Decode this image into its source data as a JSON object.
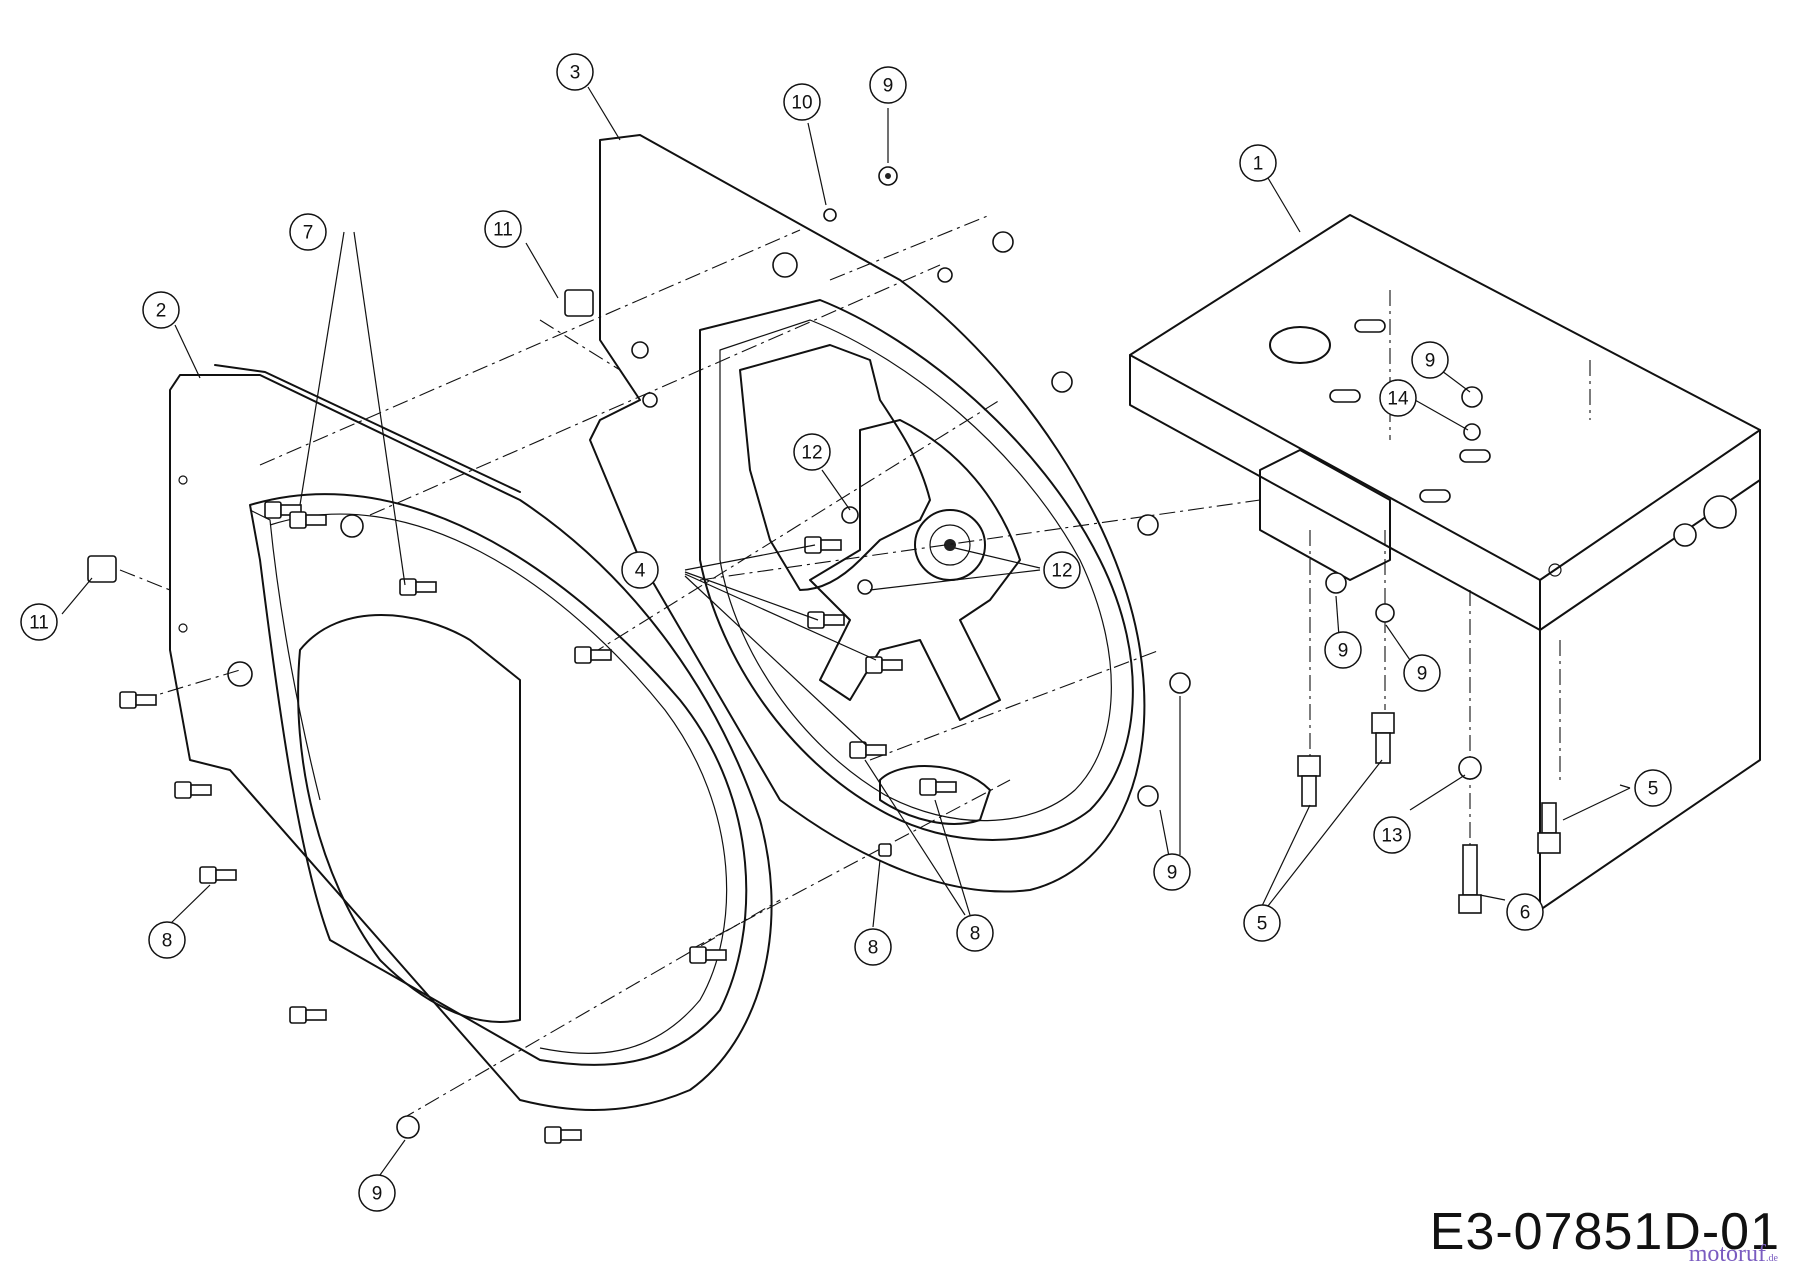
{
  "drawing_code": "E3-07851D-01",
  "watermark": "motoruf",
  "watermark_suffix": ".de",
  "callouts": [
    {
      "id": "c1",
      "label": "1"
    },
    {
      "id": "c2",
      "label": "2"
    },
    {
      "id": "c3",
      "label": "3"
    },
    {
      "id": "c4",
      "label": "4"
    },
    {
      "id": "c5a",
      "label": "5"
    },
    {
      "id": "c5b",
      "label": "5"
    },
    {
      "id": "c6",
      "label": "6"
    },
    {
      "id": "c7",
      "label": "7"
    },
    {
      "id": "c8a",
      "label": "8"
    },
    {
      "id": "c8b",
      "label": "8"
    },
    {
      "id": "c8c",
      "label": "8"
    },
    {
      "id": "c9a",
      "label": "9"
    },
    {
      "id": "c9b",
      "label": "9"
    },
    {
      "id": "c9c",
      "label": "9"
    },
    {
      "id": "c9d",
      "label": "9"
    },
    {
      "id": "c9e",
      "label": "9"
    },
    {
      "id": "c9f",
      "label": "9"
    },
    {
      "id": "c10",
      "label": "10"
    },
    {
      "id": "c11a",
      "label": "11"
    },
    {
      "id": "c11b",
      "label": "11"
    },
    {
      "id": "c12a",
      "label": "12"
    },
    {
      "id": "c12b",
      "label": "12"
    },
    {
      "id": "c13",
      "label": "13"
    },
    {
      "id": "c14",
      "label": "14"
    }
  ]
}
